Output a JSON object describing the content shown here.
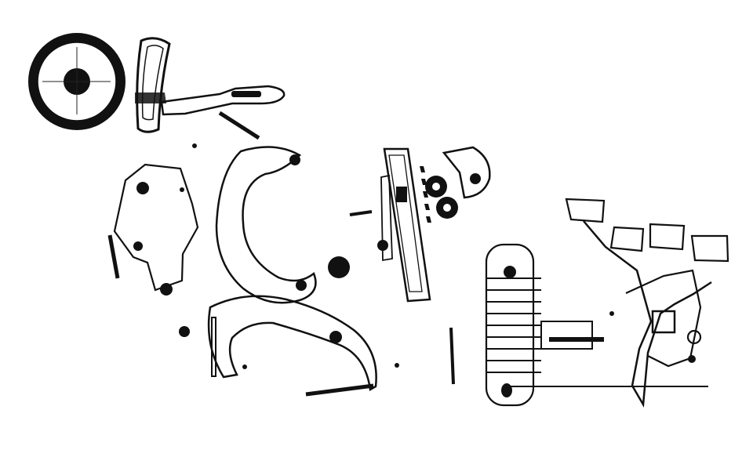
{
  "figure": {
    "kind": "mechanical line drawing",
    "ink_color": "#111111",
    "background_color": "#ffffff",
    "components": [
      "platen-knob",
      "curved-slide-guide",
      "upper-lever-arm",
      "c-frame-lever",
      "toothed-segment-rack",
      "small-pinion-gears",
      "coil-spring",
      "key-levers",
      "main-bell-crank",
      "linkage-rods",
      "pivot-points"
    ]
  }
}
